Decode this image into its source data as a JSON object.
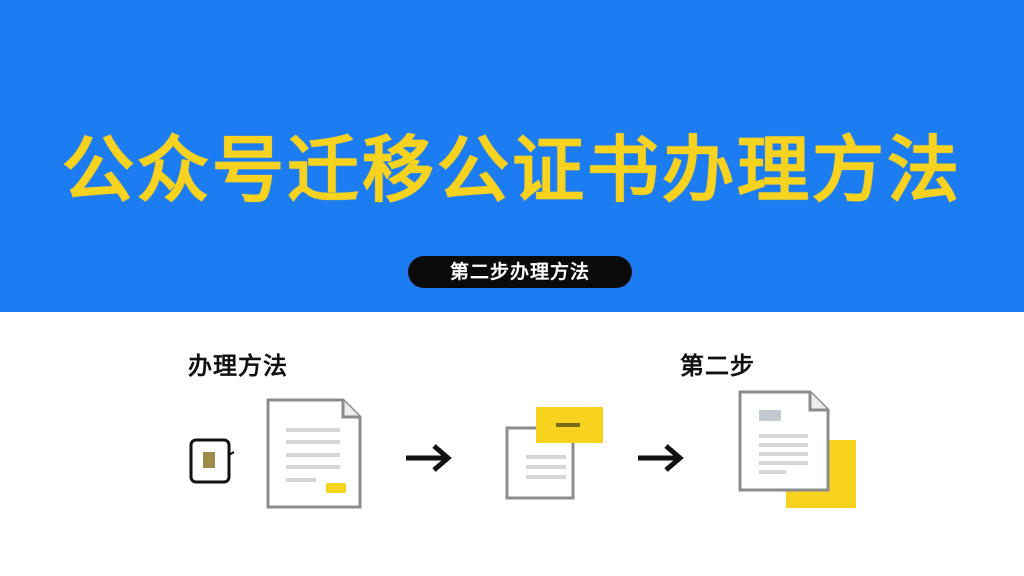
{
  "header": {
    "title": "公众号迁移公证书办理方法",
    "step_badge": "第二步办理方法"
  },
  "diagram": {
    "left_label": "办理方法",
    "right_label": "第二步"
  },
  "colors": {
    "blue": "#1c7cf2",
    "yellow": "#f7d21e",
    "gray": "#8c8c8c"
  }
}
